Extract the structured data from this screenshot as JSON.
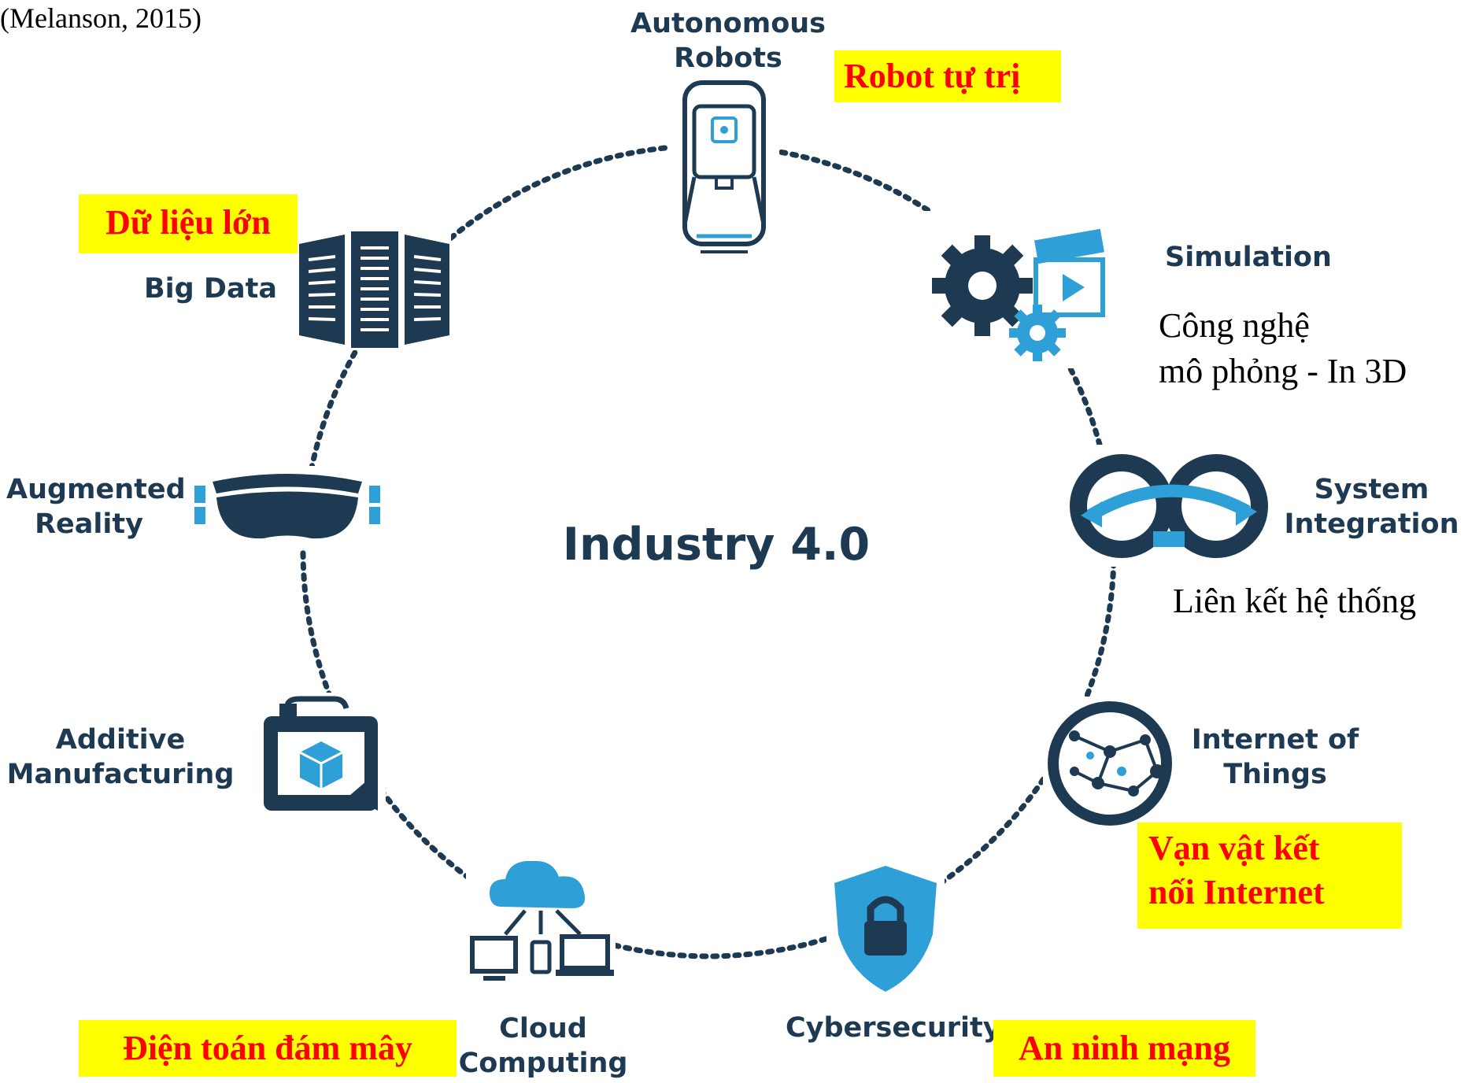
{
  "citation": "(Melanson, 2015)",
  "center_title": "Industry 4.0",
  "colors": {
    "dark": "#1d3a52",
    "accent": "#2f9fd8",
    "highlight": "#ffff00",
    "viet_red": "#ff0000",
    "ring": "#1d3a52"
  },
  "nodes": {
    "autonomous_robots": {
      "line1": "Autonomous",
      "line2": "Robots",
      "icon": "robot-car-icon",
      "viet": "Robot tự trị"
    },
    "simulation": {
      "label": "Simulation",
      "icon": "gear-film-icon",
      "viet_line1": "Công nghệ",
      "viet_line2": "mô phỏng - In 3D"
    },
    "system_integration": {
      "line1": "System",
      "line2": "Integration",
      "icon": "linked-rings-icon",
      "viet": "Liên kết hệ thống"
    },
    "internet_of_things": {
      "line1": "Internet of",
      "line2": "Things",
      "icon": "network-globe-icon",
      "viet_line1": "Vạn vật kết",
      "viet_line2": "nối Internet"
    },
    "cybersecurity": {
      "label": "Cybersecurity",
      "icon": "shield-lock-icon",
      "viet": "An ninh mạng"
    },
    "cloud_computing": {
      "line1": "Cloud",
      "line2": "Computing",
      "icon": "cloud-devices-icon",
      "viet": "Điện toán đám mây"
    },
    "additive_manufacturing": {
      "line1": "Additive",
      "line2": "Manufacturing",
      "icon": "3d-printer-icon"
    },
    "augmented_reality": {
      "line1": "Augmented",
      "line2": "Reality",
      "icon": "vr-headset-icon"
    },
    "big_data": {
      "label": "Big Data",
      "icon": "server-racks-icon",
      "viet": "Dữ liệu lớn"
    }
  }
}
